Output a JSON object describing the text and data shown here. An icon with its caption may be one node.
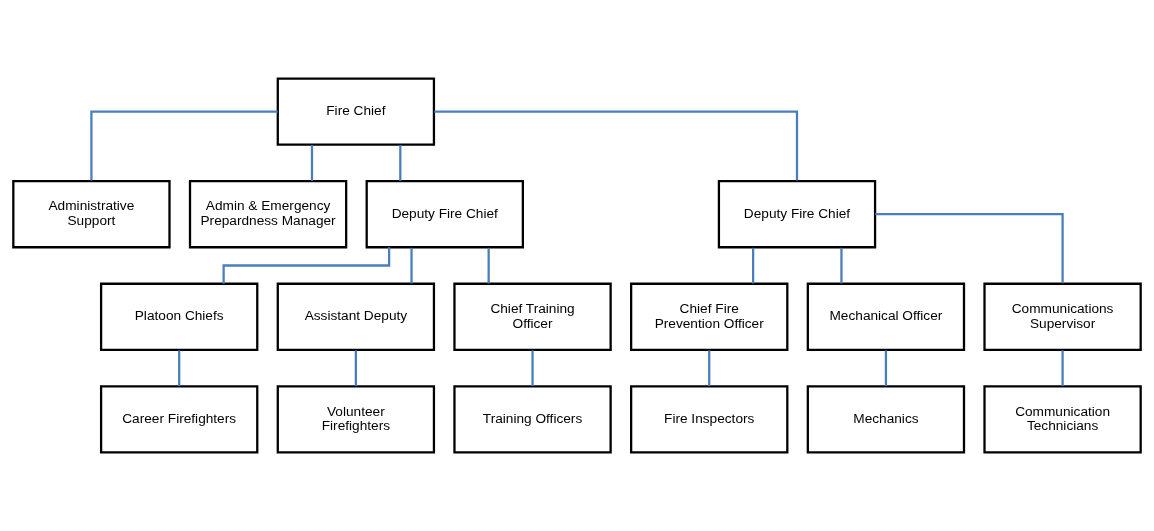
{
  "diagram": {
    "nodes": [
      {
        "text": [
          "Fire Chief"
        ]
      },
      {
        "text": [
          "Administrative Support"
        ]
      },
      {
        "text": [
          "Admin & Emergency Prepardness Manager"
        ]
      },
      {
        "text": [
          "Deputy Fire Chief"
        ]
      },
      {
        "text": [
          "Deputy Fire Chief"
        ]
      },
      {
        "text": [
          "Platoon Chiefs"
        ]
      },
      {
        "text": [
          "Assistant Deputy"
        ]
      },
      {
        "text": [
          "Chief Training Officer"
        ]
      },
      {
        "text": [
          "Chief Fire Prevention Officer"
        ]
      },
      {
        "text": [
          "Mechanical Officer"
        ]
      },
      {
        "text": [
          "Communications Supervisor"
        ]
      },
      {
        "text": [
          "Career Firefighters"
        ]
      },
      {
        "text": [
          "Volunteer Firefighters"
        ]
      },
      {
        "text": [
          "Training Officers"
        ]
      },
      {
        "text": [
          "Fire Inspectors"
        ]
      },
      {
        "text": [
          "Mechanics"
        ]
      },
      {
        "text": [
          "Communication Technicians"
        ]
      }
    ],
    "edges": [
      {
        "from": 0,
        "to": 1,
        "arrow": "none"
      },
      {
        "from": 0,
        "to": 2,
        "arrow": "none"
      },
      {
        "from": 0,
        "to": 3,
        "arrow": "none"
      },
      {
        "from": 0,
        "to": 4,
        "arrow": "none"
      },
      {
        "from": 3,
        "to": 5,
        "arrow": "none"
      },
      {
        "from": 3,
        "to": 6,
        "arrow": "none"
      },
      {
        "from": 3,
        "to": 7,
        "arrow": "none"
      },
      {
        "from": 4,
        "to": 8,
        "arrow": "none"
      },
      {
        "from": 4,
        "to": 9,
        "arrow": "none"
      },
      {
        "from": 4,
        "to": 10,
        "arrow": "none"
      },
      {
        "from": 5,
        "to": 11,
        "arrow": "none"
      },
      {
        "from": 6,
        "to": 12,
        "arrow": "none"
      },
      {
        "from": 7,
        "to": 13,
        "arrow": "none"
      },
      {
        "from": 8,
        "to": 14,
        "arrow": "none"
      },
      {
        "from": 9,
        "to": 15,
        "arrow": "none"
      },
      {
        "from": 10,
        "to": 16,
        "arrow": "none"
      }
    ]
  }
}
